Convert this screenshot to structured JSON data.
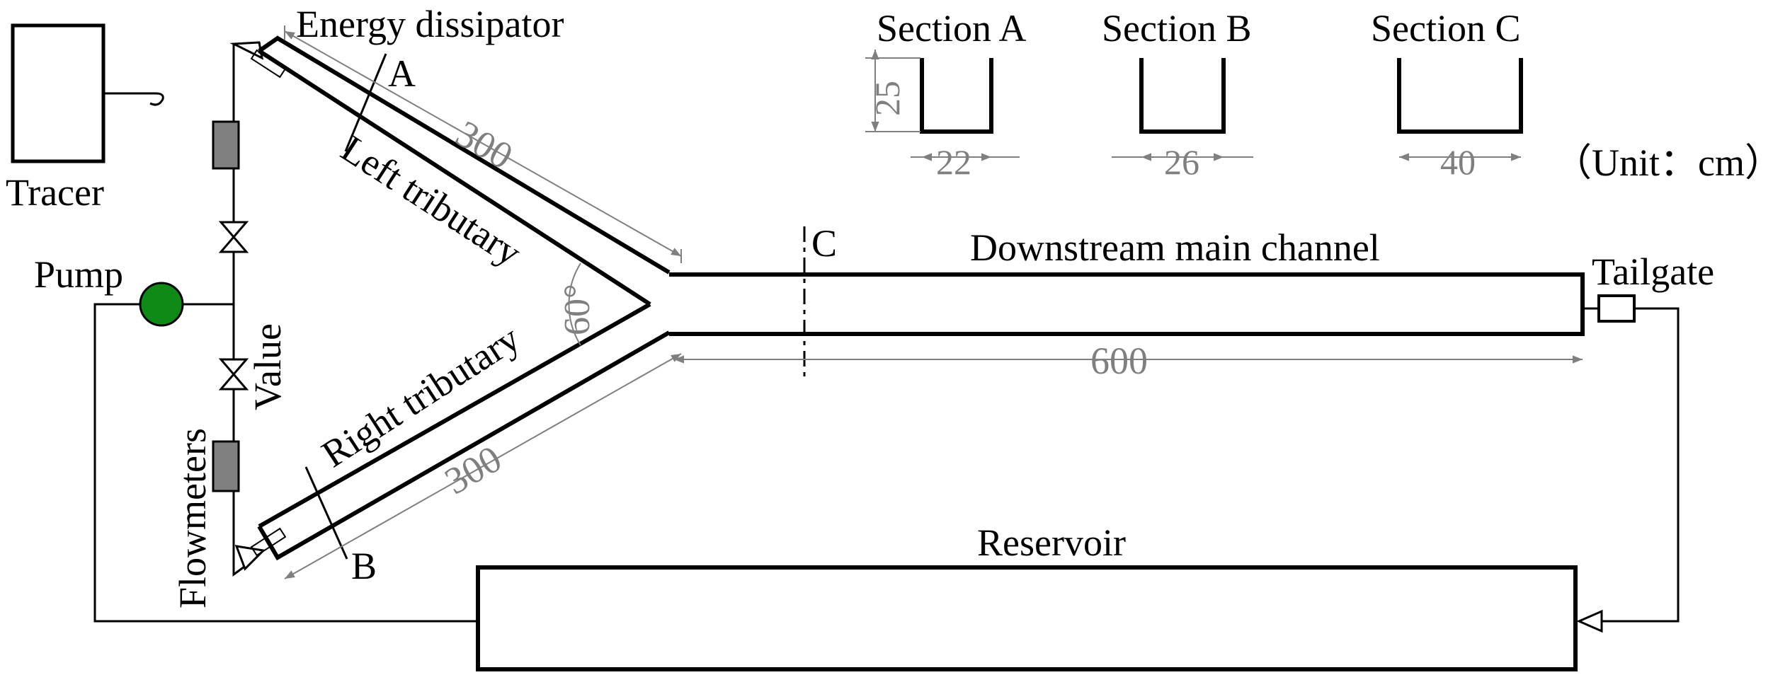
{
  "labels": {
    "energy_dissipator": "Energy dissipator",
    "tracer": "Tracer",
    "pump": "Pump",
    "value": "Value",
    "flowmeters": "Flowmeters",
    "left_tributary": "Left tributary",
    "right_tributary": "Right tributary",
    "downstream_main_channel": "Downstream main channel",
    "tailgate": "Tailgate",
    "reservoir": "Reservoir",
    "unit": "（Unit：cm）"
  },
  "section_marks": {
    "a": "A",
    "b": "B",
    "c": "C"
  },
  "sections": {
    "a": {
      "title": "Section A",
      "depth": "25",
      "width": "22"
    },
    "b": {
      "title": "Section B",
      "width": "26"
    },
    "c": {
      "title": "Section C",
      "width": "40"
    }
  },
  "dimensions": {
    "left_length": "300",
    "right_length": "300",
    "angle": "60°",
    "main_length": "600"
  },
  "colors": {
    "line": "#000000",
    "dimension": "#7f7f7f",
    "pump": "#0e8a16",
    "flowmeter": "#808080"
  }
}
